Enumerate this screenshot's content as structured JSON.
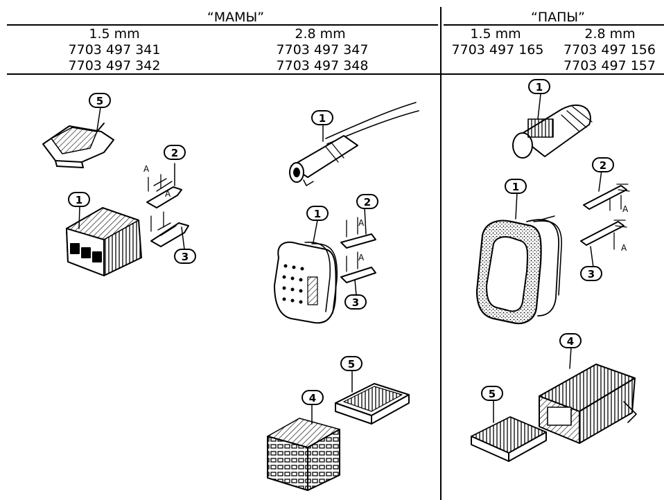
{
  "headers": {
    "female": {
      "title": "“МАМЫ”",
      "col_1_5": {
        "size": "1.5 mm",
        "part1": "7703 497 341",
        "part2": "7703 497 342"
      },
      "col_2_8": {
        "size": "2.8 mm",
        "part1": "7703 497 347",
        "part2": "7703 497 348"
      }
    },
    "male": {
      "title": "“ПАПЫ”",
      "col_1_5": {
        "size": "1.5 mm",
        "part1": "7703 497 165"
      },
      "col_2_8": {
        "size": "2.8 mm",
        "part1": "7703 497 156",
        "part2": "7703 497 157"
      }
    }
  },
  "callouts": {
    "n1": "1",
    "n2": "2",
    "n3": "3",
    "n4": "4",
    "n5": "5",
    "dim": "A"
  },
  "colors": {
    "ink": "#000000",
    "paper": "#ffffff"
  }
}
